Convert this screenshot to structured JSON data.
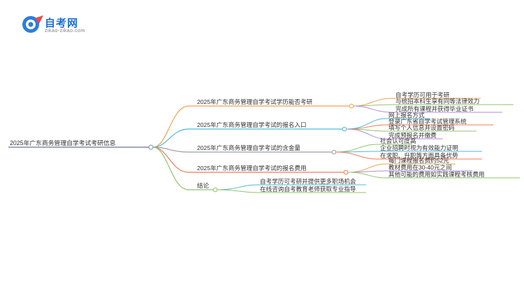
{
  "logo": {
    "title": "自考网",
    "subtitle": "zikao-zikao.com"
  },
  "mindmap": {
    "root": "2025年广东商务管理自学考试考研信息",
    "branches": [
      {
        "label": "2025年广东商务管理自学考试学历能否考研",
        "color": "#f0a050",
        "children": [
          "自考学历可用于考研",
          "与统招本科生享有同等法律效力",
          "完成所有课程并获得毕业证书"
        ]
      },
      {
        "label": "2025年广东商务管理自学考试的报名入口",
        "color": "#4fb7d9",
        "children": [
          "网上报名方式",
          "登录广东省自学考试管理系统",
          "填写个人信息并设置密码",
          "完成预报名并缴费"
        ]
      },
      {
        "label": "2025年广东商务管理自学考试的含金量",
        "color": "#9aa0a6",
        "children": [
          "社会认可度高",
          "企业招聘时视为有效能力证明",
          "在求职、升职等方面具备优势"
        ]
      },
      {
        "label": "2025年广东商务管理自学考试的报名费用",
        "color": "#f07a55",
        "children": [
          "每门课程报名费约52元",
          "教材费用在30-40元之间",
          "其他可能的费用如实践课程考核费用"
        ]
      },
      {
        "label": "结论",
        "color": "#8fc46a",
        "children": [
          "自考学历可考研并提供更多职场机会",
          "在线咨询自考教育老师获取专业指导"
        ]
      }
    ]
  }
}
